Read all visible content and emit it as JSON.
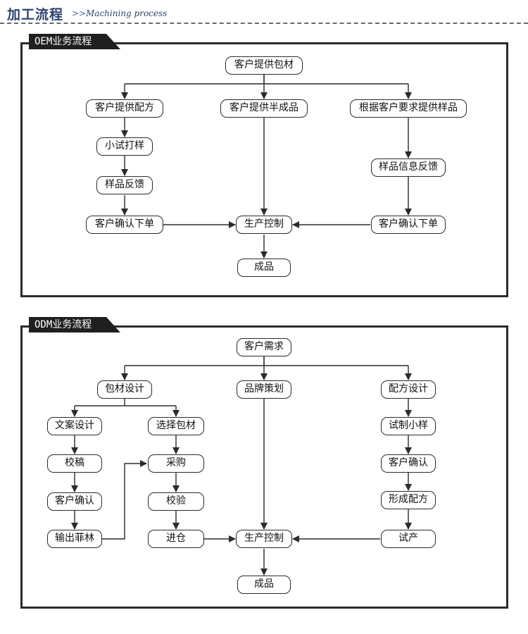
{
  "header": {
    "title": "加工流程",
    "arrows": ">>",
    "subtitle": "Machining process"
  },
  "oem": {
    "tab": "OEM业务流程",
    "nodes": {
      "root": "客户提供包材",
      "left_branch": "客户提供配方",
      "mid_branch": "客户提供半成品",
      "right_branch": "根据客户要求提供样品",
      "trial": "小试打样",
      "feedback_left": "样品反馈",
      "confirm_left": "客户确认下单",
      "production": "生产控制",
      "feedback_right": "样品信息反馈",
      "confirm_right": "客户确认下单",
      "finished": "成品"
    }
  },
  "odm": {
    "tab": "ODM业务流程",
    "nodes": {
      "root": "客户需求",
      "packaging_design": "包材设计",
      "brand_planning": "品牌策划",
      "formula_design": "配方设计",
      "copy_design": "文案设计",
      "select_packaging": "选择包材",
      "proof": "校稿",
      "procurement": "采购",
      "customer_confirm": "客户确认",
      "inspection": "校验",
      "output_film": "输出菲林",
      "warehouse": "进仓",
      "production": "生产控制",
      "trial_sample": "试制小样",
      "customer_confirm_right": "客户确认",
      "form_formula": "形成配方",
      "trial_production": "试产",
      "finished": "成品"
    }
  }
}
